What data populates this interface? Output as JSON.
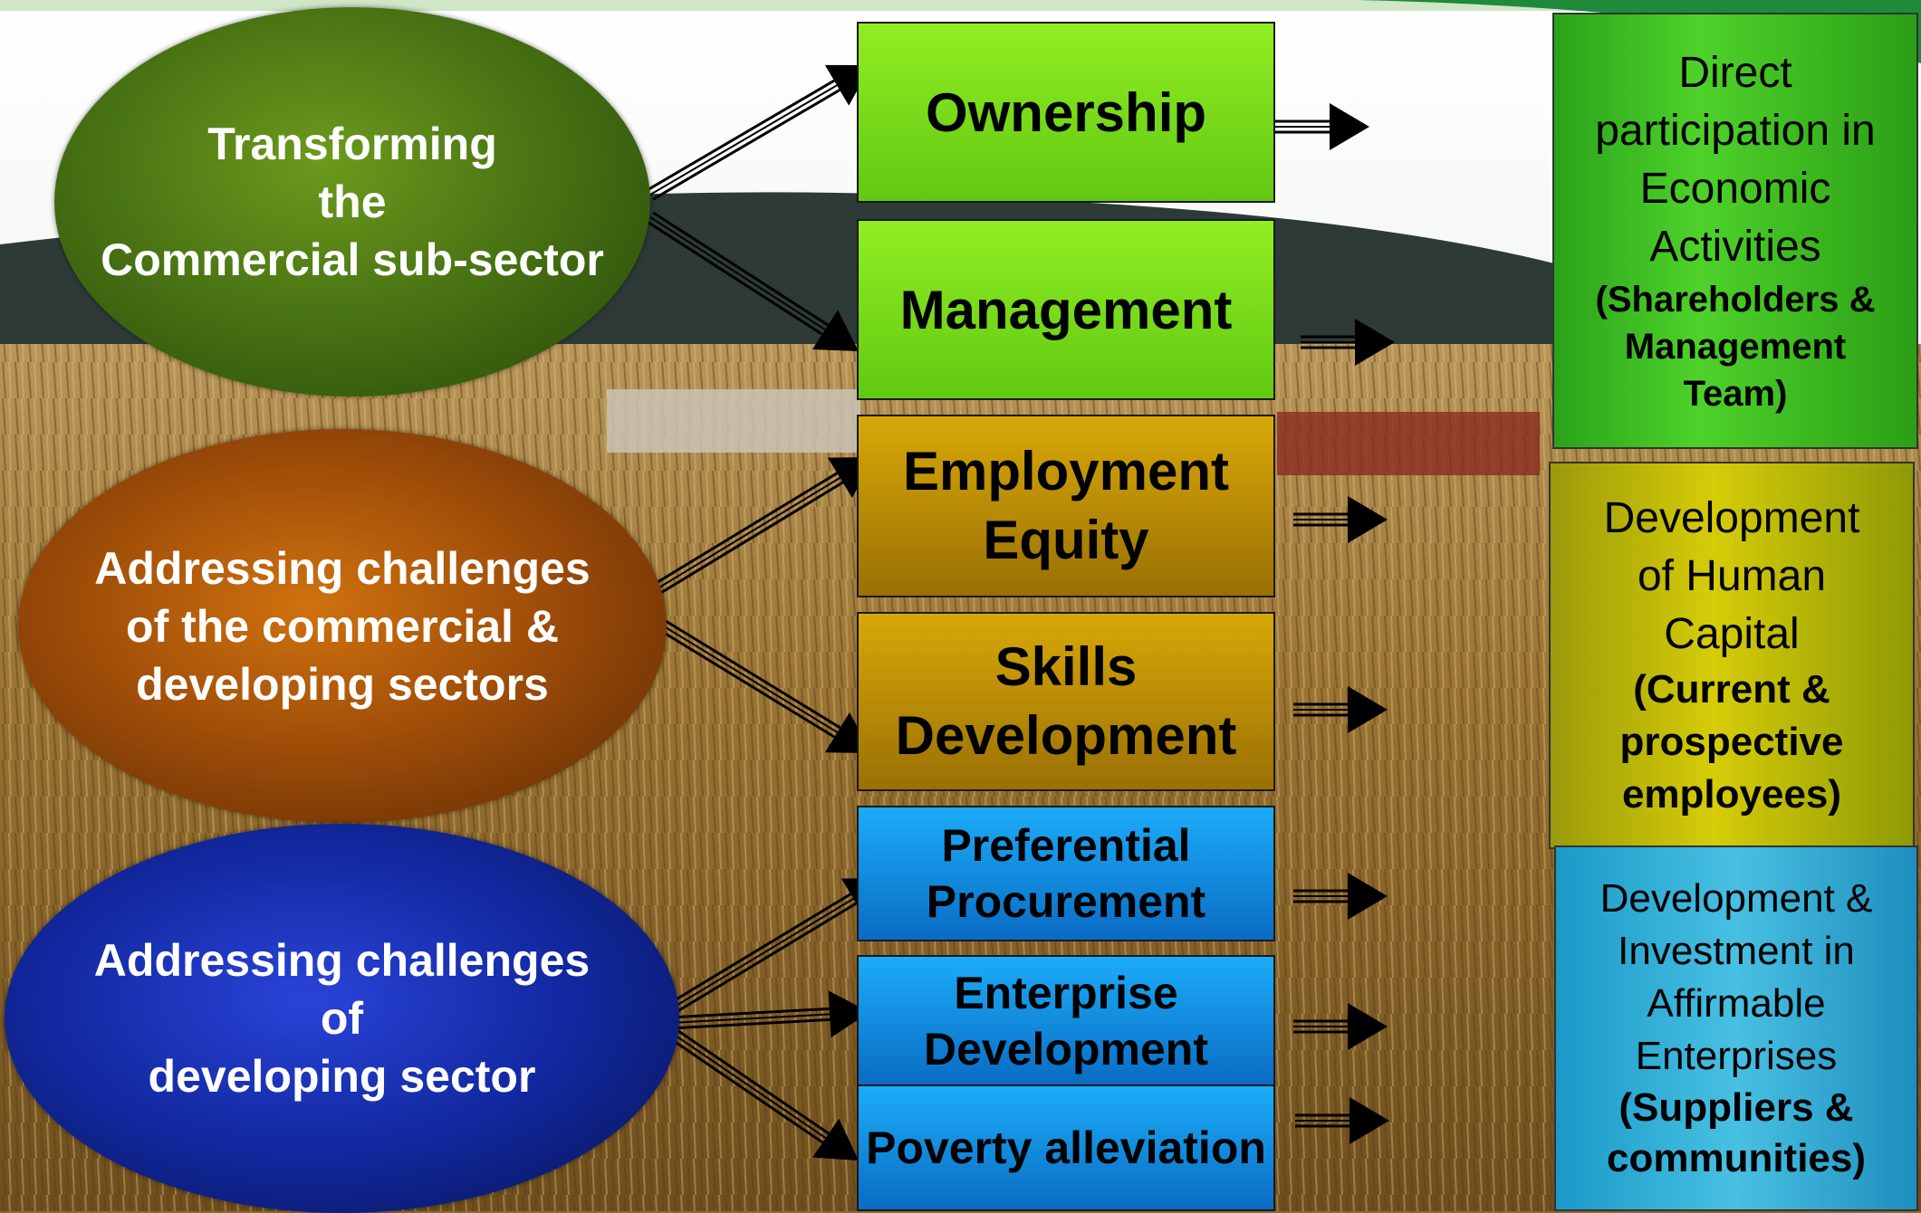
{
  "colors": {
    "sky": "#ffffff",
    "hill": "#2e3a38",
    "wheat": "#a67c3a",
    "arrow": "#000000"
  },
  "drivers": [
    {
      "label": "Transforming\nthe\nCommercial sub-sector"
    },
    {
      "label": "Addressing challenges\nof the commercial &\ndeveloping sectors"
    },
    {
      "label": "Addressing challenges\nof\ndeveloping sector"
    }
  ],
  "elements": [
    {
      "label": "Ownership",
      "group": "green"
    },
    {
      "label": "Management",
      "group": "green"
    },
    {
      "label": "Employment\nEquity",
      "group": "gold"
    },
    {
      "label": "Skills\nDevelopment",
      "group": "gold"
    },
    {
      "label": "Preferential\nProcurement",
      "group": "blue"
    },
    {
      "label": "Enterprise\nDevelopment",
      "group": "blue"
    },
    {
      "label": "Poverty alleviation",
      "group": "blue"
    }
  ],
  "outcomes": [
    {
      "main": "Direct\nparticipation in\nEconomic\nActivities",
      "sub": "(Shareholders &\nManagement\nTeam)"
    },
    {
      "main": "Development\nof Human\nCapital",
      "sub": "(Current &\nprospective\nemployees)"
    },
    {
      "main": "Development  &\nInvestment in\nAffirmable\nEnterprises",
      "sub": "(Suppliers &\ncommunities)"
    }
  ]
}
